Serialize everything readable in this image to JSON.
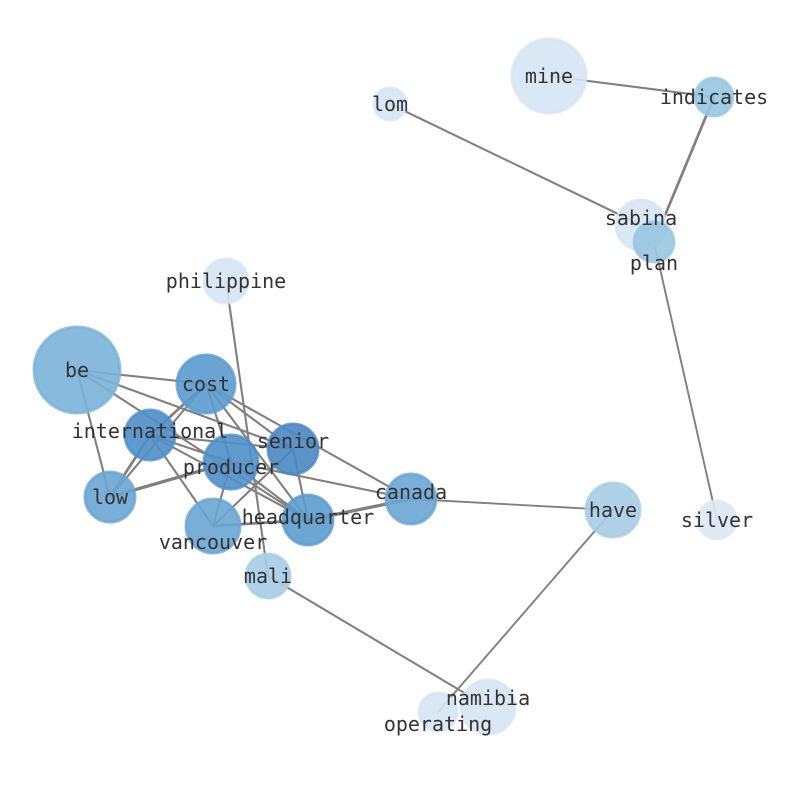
{
  "title": "word co-occurrence network",
  "nodes": [
    {
      "id": "be",
      "label": "be",
      "color": "#7ab3d9"
    },
    {
      "id": "cost",
      "label": "cost",
      "color": "#5b9bcf"
    },
    {
      "id": "international",
      "label": "international",
      "color": "#4f8fc8"
    },
    {
      "id": "producer",
      "label": "producer",
      "color": "#5090c9"
    },
    {
      "id": "senior",
      "label": "senior",
      "color": "#4a88c3"
    },
    {
      "id": "low",
      "label": "low",
      "color": "#6aa5d3"
    },
    {
      "id": "vancouver",
      "label": "vancouver",
      "color": "#6aa5d3"
    },
    {
      "id": "headquarter",
      "label": "headquarter",
      "color": "#5d9bcf"
    },
    {
      "id": "canada",
      "label": "canada",
      "color": "#69a5d3"
    },
    {
      "id": "mali",
      "label": "mali",
      "color": "#a7cde5"
    },
    {
      "id": "philippine",
      "label": "philippine",
      "color": "#d6e5f4"
    },
    {
      "id": "mine",
      "label": "mine",
      "color": "#d6e5f4"
    },
    {
      "id": "lom",
      "label": "lom",
      "color": "#d6e5f4"
    },
    {
      "id": "indicates",
      "label": "indicates",
      "color": "#98c5e1"
    },
    {
      "id": "sabina",
      "label": "sabina",
      "color": "#d6e5f4"
    },
    {
      "id": "plan",
      "label": "plan",
      "color": "#98c5e1"
    },
    {
      "id": "have",
      "label": "have",
      "color": "#a7cde5"
    },
    {
      "id": "silver",
      "label": "silver",
      "color": "#dbe8f5"
    },
    {
      "id": "namibia",
      "label": "namibia",
      "color": "#d6e5f4"
    },
    {
      "id": "operating",
      "label": "operating",
      "color": "#d6e5f4"
    }
  ],
  "edges": [
    [
      "be",
      "cost",
      1
    ],
    [
      "be",
      "senior",
      1
    ],
    [
      "be",
      "low",
      1
    ],
    [
      "be",
      "headquarter",
      1
    ],
    [
      "cost",
      "international",
      2
    ],
    [
      "cost",
      "low",
      1
    ],
    [
      "cost",
      "producer",
      1
    ],
    [
      "cost",
      "senior",
      1
    ],
    [
      "cost",
      "headquarter",
      1
    ],
    [
      "cost",
      "canada",
      1
    ],
    [
      "international",
      "producer",
      1
    ],
    [
      "international",
      "senior",
      1
    ],
    [
      "international",
      "low",
      2
    ],
    [
      "international",
      "vancouver",
      1
    ],
    [
      "international",
      "headquarter",
      1
    ],
    [
      "producer",
      "low",
      3
    ],
    [
      "producer",
      "vancouver",
      1
    ],
    [
      "producer",
      "headquarter",
      1
    ],
    [
      "producer",
      "canada",
      1
    ],
    [
      "senior",
      "vancouver",
      1
    ],
    [
      "senior",
      "headquarter",
      1
    ],
    [
      "headquarter",
      "canada",
      3
    ],
    [
      "vancouver",
      "headquarter",
      2
    ],
    [
      "philippine",
      "mali",
      1
    ],
    [
      "mali",
      "namibia",
      1
    ],
    [
      "canada",
      "have",
      0.7
    ],
    [
      "have",
      "operating",
      0.7
    ],
    [
      "lom",
      "sabina",
      1
    ],
    [
      "mine",
      "indicates",
      1
    ],
    [
      "indicates",
      "plan",
      2
    ],
    [
      "plan",
      "silver",
      0.7
    ]
  ]
}
